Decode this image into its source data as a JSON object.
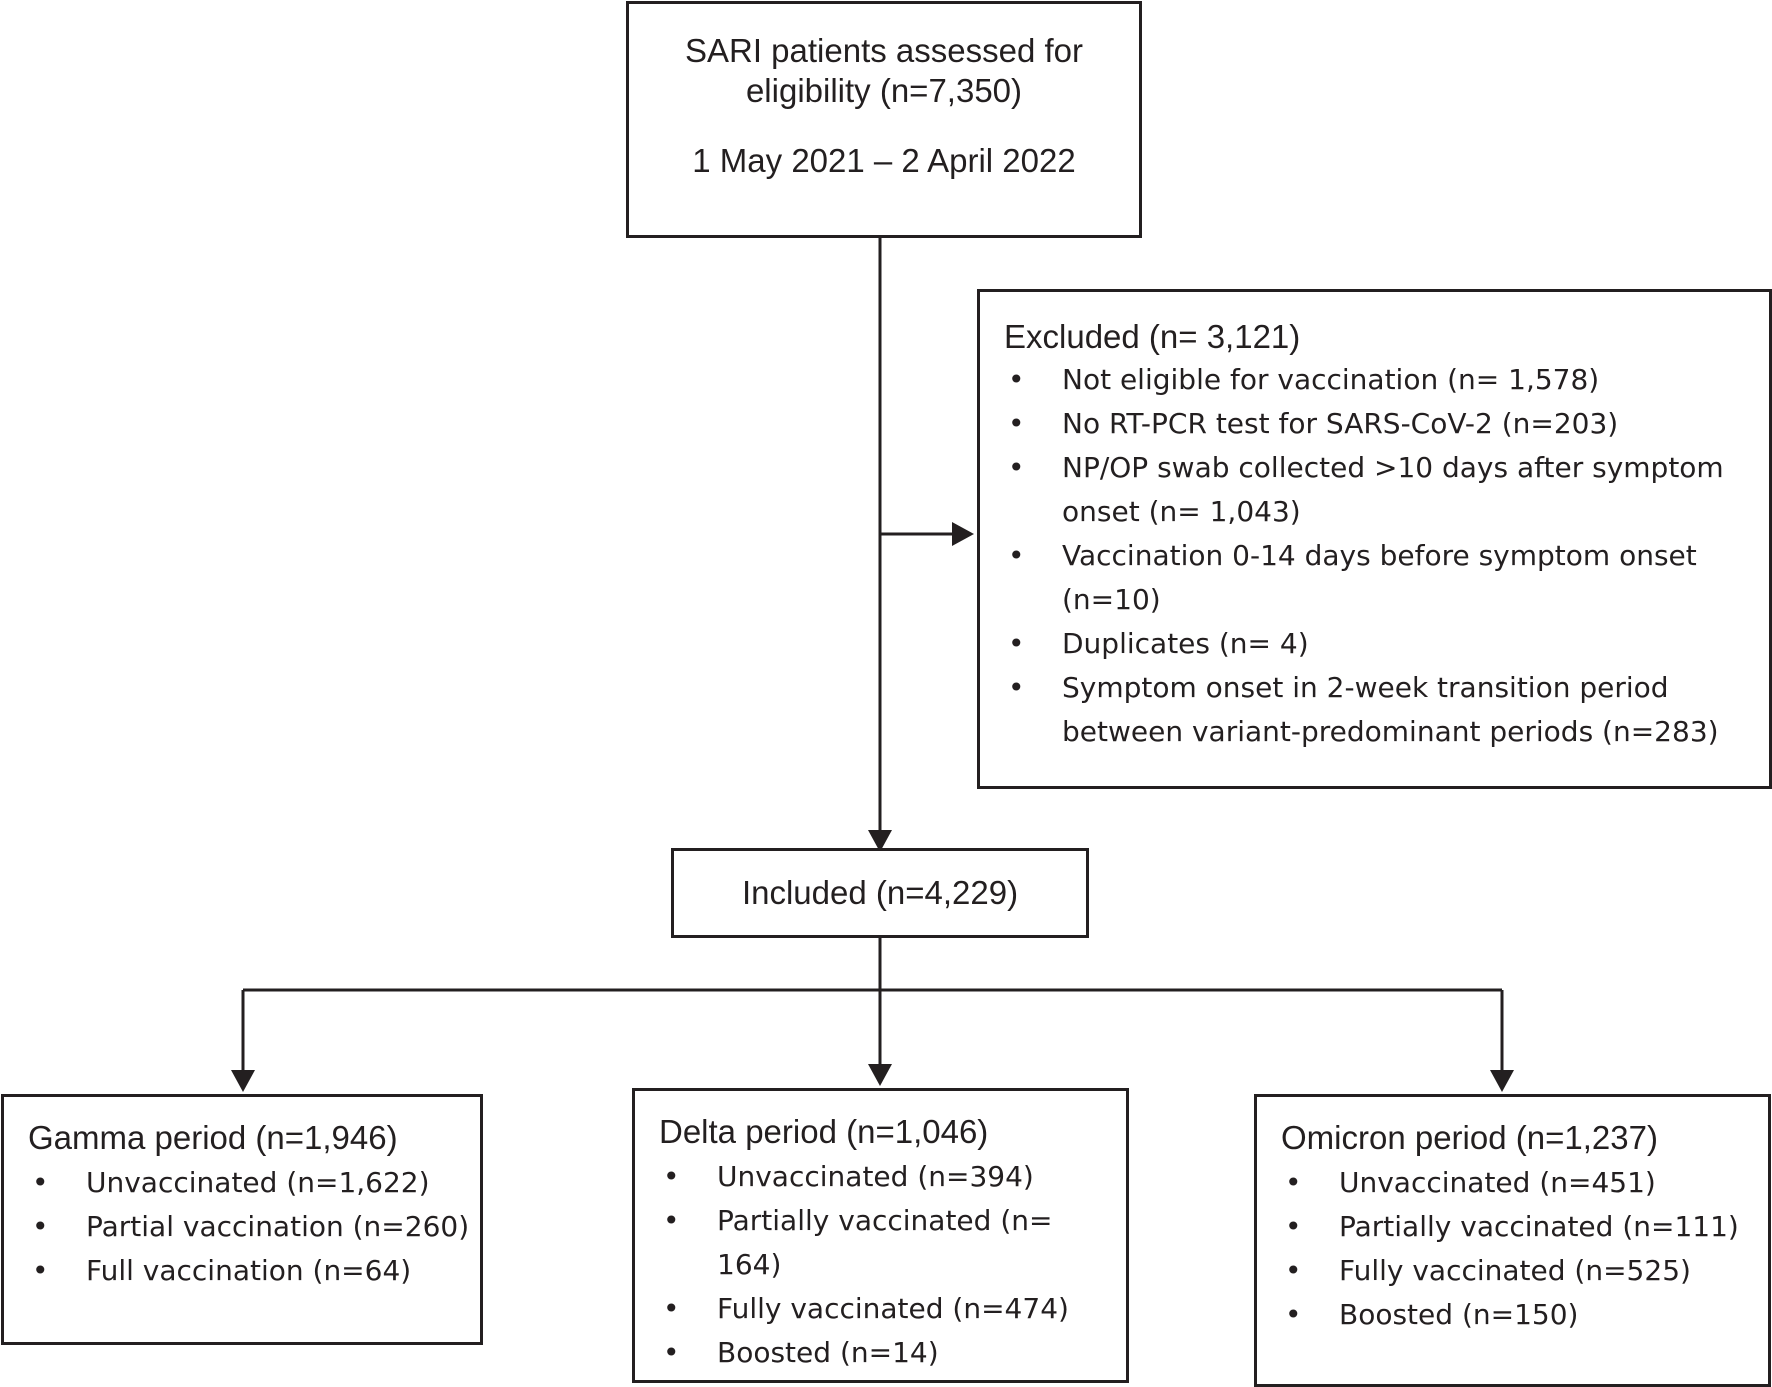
{
  "top_box": {
    "line1": "SARI patients assessed for",
    "line2": "eligibility (n=7,350)",
    "line3": "1 May 2021 – 2 April 2022"
  },
  "excluded_box": {
    "title": "Excluded (n= 3,121)",
    "items": [
      {
        "text": "Not eligible for vaccination (n= 1,578)"
      },
      {
        "text": "No RT-PCR test for SARS-CoV-2 (n=203)"
      },
      {
        "text": "NP/OP swab collected >10 days after symptom onset (n= 1,043)"
      },
      {
        "text": "Vaccination 0-14 days before symptom onset (n=10)"
      },
      {
        "text": "Duplicates (n= 4)"
      },
      {
        "text": "Symptom onset in 2-week transition period between variant-predominant periods (n=283)"
      }
    ]
  },
  "included_box": {
    "label": "Included (n=4,229)"
  },
  "gamma_box": {
    "title": "Gamma period (n=1,946)",
    "items": [
      {
        "text": "Unvaccinated (n=1,622)"
      },
      {
        "text": "Partial vaccination (n=260)"
      },
      {
        "text": "Full vaccination (n=64)"
      }
    ]
  },
  "delta_box": {
    "title": "Delta period (n=1,046)",
    "items": [
      {
        "text": "Unvaccinated (n=394)"
      },
      {
        "text": "Partially vaccinated (n= 164)"
      },
      {
        "text": "Fully vaccinated (n=474)"
      },
      {
        "text": "Boosted (n=14)"
      }
    ]
  },
  "omicron_box": {
    "title": "Omicron period (n=1,237)",
    "items": [
      {
        "text": "Unvaccinated (n=451)"
      },
      {
        "text": "Partially vaccinated (n=111)"
      },
      {
        "text": "Fully vaccinated (n=525)"
      },
      {
        "text": "Boosted (n=150)"
      }
    ]
  },
  "bullet_glyph": "•",
  "line_color": "#231f20"
}
